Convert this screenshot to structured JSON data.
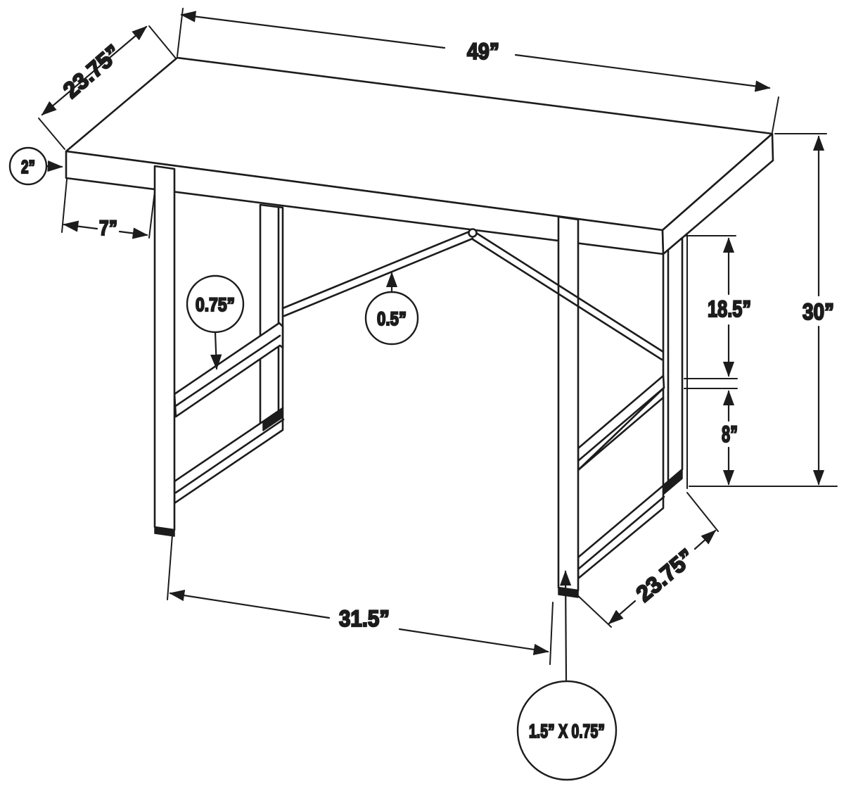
{
  "title": "Desk dimension diagram",
  "colors": {
    "line": "#1c1c1c",
    "background": "#ffffff"
  },
  "labels": {
    "top_length": "49”",
    "top_depth": "23.75”",
    "top_thickness": "2”",
    "side_overhang": "7”",
    "shelf_bar_thickness": "0.75”",
    "brace_thickness": "0.5”",
    "upper_opening_height": "18.5”",
    "overall_height": "30”",
    "lower_opening_height": "8”",
    "leg_span": "31.5”",
    "leg_depth": "23.75”",
    "leg_tube_size": "1.5” X 0.75”"
  }
}
